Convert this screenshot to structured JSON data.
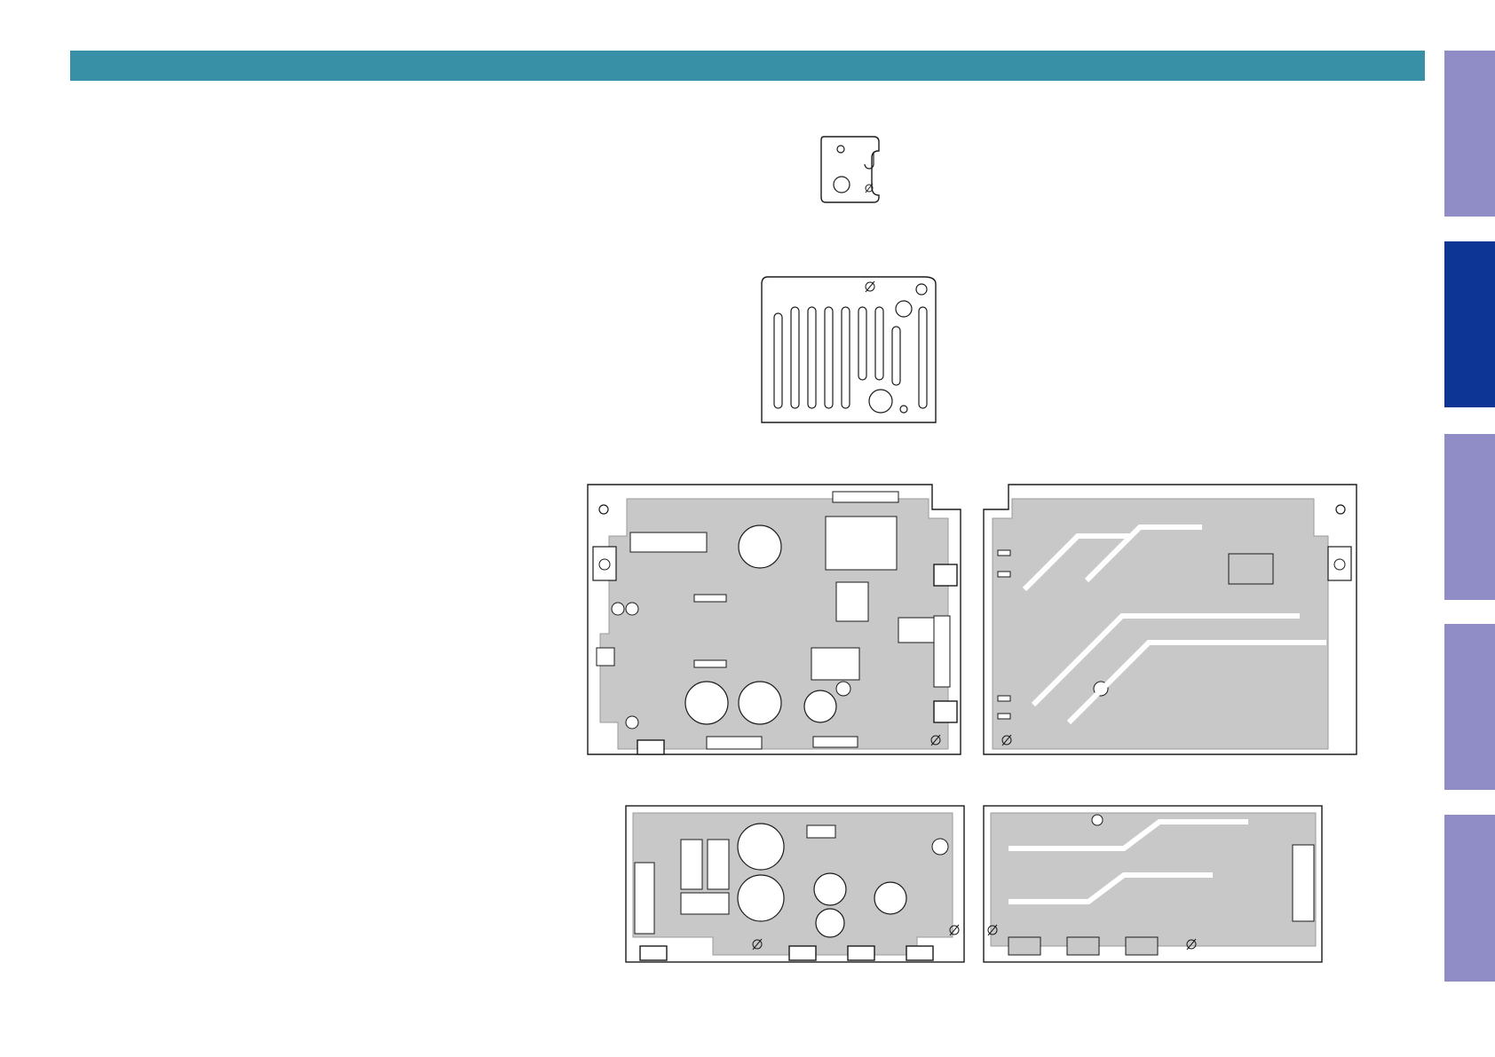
{
  "colors": {
    "header_bar": "#3790a6",
    "tab_inactive": "#8f8cc6",
    "tab_active": "#0c3596",
    "pcb_fill": "#c8c8c8",
    "pcb_outline": "#1a1a1a"
  },
  "side_tabs": [
    {
      "name": "tab-1",
      "active": false
    },
    {
      "name": "tab-2",
      "active": true
    },
    {
      "name": "tab-3",
      "active": false
    },
    {
      "name": "tab-4",
      "active": false
    },
    {
      "name": "tab-5",
      "active": false
    }
  ],
  "drawings": [
    "small-bracket",
    "heatsink-plate",
    "main-pcb-component-side",
    "main-pcb-foil-side",
    "lower-pcb-component-side",
    "lower-pcb-foil-side"
  ]
}
